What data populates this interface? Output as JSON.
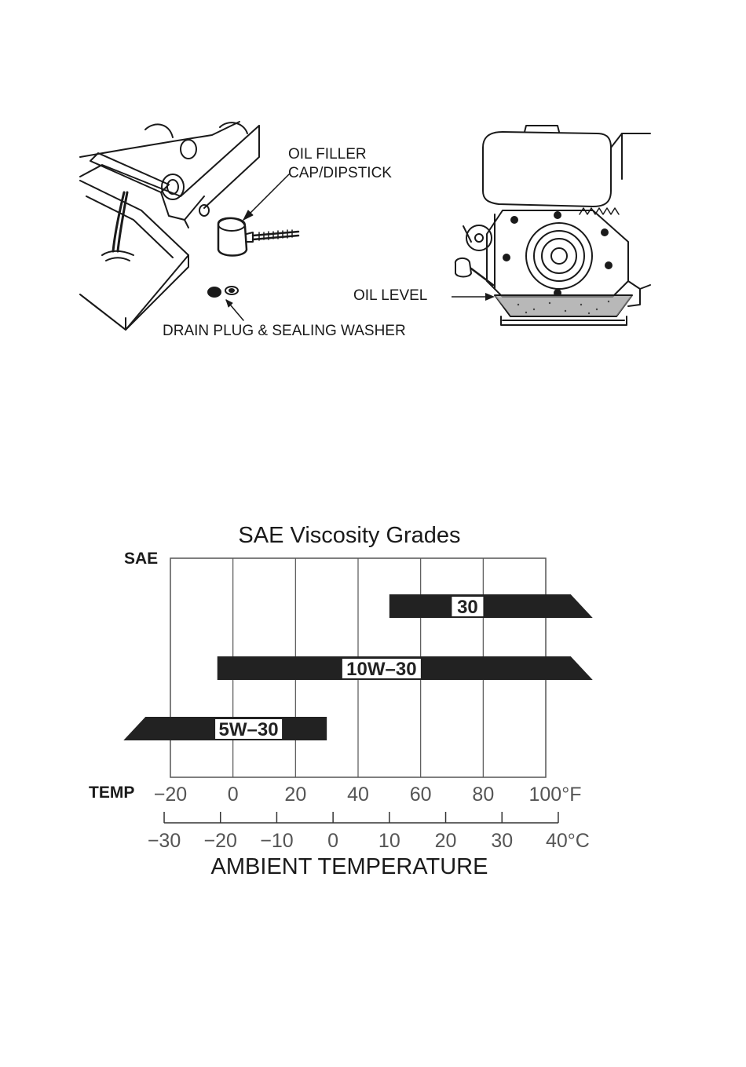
{
  "diagram": {
    "labels": {
      "oil_filler": "OIL FILLER",
      "dipstick": "CAP/DIPSTICK",
      "drain_plug": "DRAIN PLUG & SEALING WASHER",
      "oil_level": "OIL LEVEL"
    }
  },
  "chart_data": {
    "type": "bar",
    "title": "SAE Viscosity Grades",
    "ylabel": "SAE",
    "xlabel": "AMBIENT TEMPERATURE",
    "axis_prefix": "TEMP",
    "x_unit_f": "°F",
    "x_unit_c": "°C",
    "x_ticks_f": [
      -20,
      0,
      20,
      40,
      60,
      80,
      100
    ],
    "x_ticks_c": [
      -30,
      -20,
      -10,
      0,
      10,
      20,
      30,
      40
    ],
    "xlim_f": [
      -20,
      100
    ],
    "grid": true,
    "series": [
      {
        "name": "30",
        "from_f": 50,
        "to_f": 115,
        "open_end": "high"
      },
      {
        "name": "10W-30",
        "from_f": -5,
        "to_f": 115,
        "open_end": "high"
      },
      {
        "name": "5W-30",
        "from_f": -35,
        "to_f": 30,
        "open_end": "low"
      }
    ],
    "colors": {
      "bar": "#222222",
      "label_bg": "#ffffff",
      "grid": "#555555"
    }
  }
}
